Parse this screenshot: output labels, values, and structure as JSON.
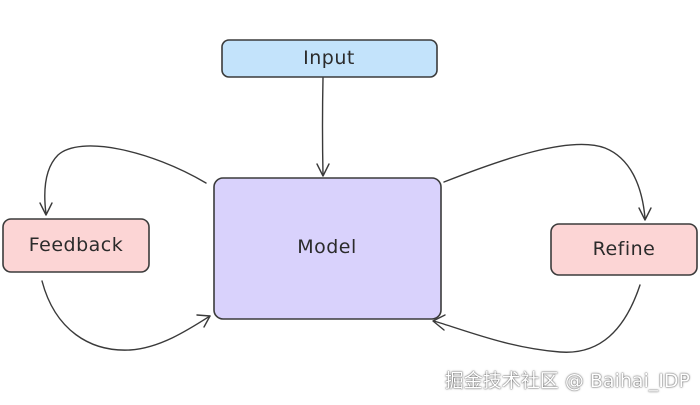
{
  "nodes": {
    "input": {
      "label": "Input",
      "fill": "#c3e3fb",
      "stroke": "#3b3b3b"
    },
    "model": {
      "label": "Model",
      "fill": "#d9d2fc",
      "stroke": "#3b3b3b"
    },
    "feedback": {
      "label": "Feedback",
      "fill": "#fcd5d5",
      "stroke": "#3b3b3b"
    },
    "refine": {
      "label": "Refine",
      "fill": "#fcd5d5",
      "stroke": "#3b3b3b"
    }
  },
  "edges": [
    {
      "from": "input",
      "to": "model"
    },
    {
      "from": "model",
      "to": "feedback"
    },
    {
      "from": "feedback",
      "to": "model"
    },
    {
      "from": "model",
      "to": "refine"
    },
    {
      "from": "refine",
      "to": "model"
    }
  ],
  "watermark": "掘金技术社区 @ Baihai_IDP"
}
